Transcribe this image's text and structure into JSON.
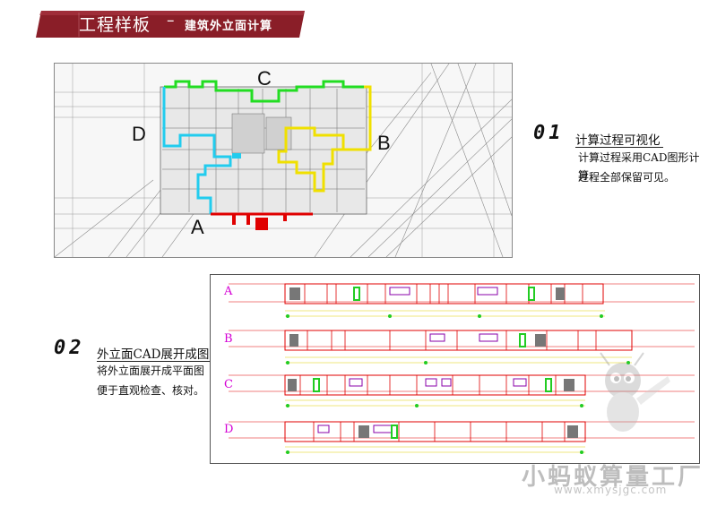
{
  "header": {
    "title": "工程样板",
    "dash": "–",
    "subtitle": "建筑外立面计算"
  },
  "plan": {
    "labels": {
      "a": "A",
      "b": "B",
      "c": "C",
      "d": "D"
    },
    "colors": {
      "a": "#e00000",
      "b": "#f0e000",
      "c": "#22dd22",
      "d": "#22ccee"
    }
  },
  "section1": {
    "number": "01",
    "title": "计算过程可视化",
    "lines": [
      "计算过程采用CAD图形计算，",
      "过程全部保留可见。"
    ]
  },
  "section2": {
    "number": "02",
    "title": "外立面CAD展开成图",
    "lines": [
      "将外立面展开成平面图",
      "便于直观检查、核对。"
    ]
  },
  "facade": {
    "rows": [
      "A",
      "B",
      "C",
      "D"
    ],
    "colors": {
      "wall": "#e00000",
      "glass": "#22cc22",
      "dim": "#e0d000",
      "label": "#d400d4"
    }
  },
  "watermark": {
    "text": "小蚂蚁算量工厂",
    "url": "www.xmysjgc.com"
  }
}
